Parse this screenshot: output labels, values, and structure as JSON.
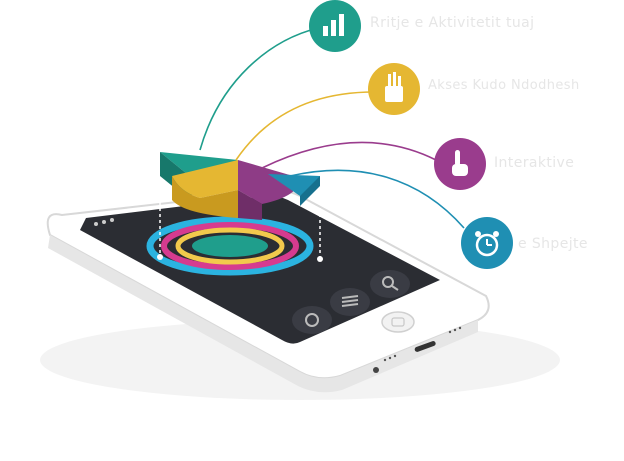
{
  "features": [
    {
      "label": "Rritje e Aktivitetit tuaj",
      "icon": "bar-chart-icon",
      "color": "#1f9e8c"
    },
    {
      "label": "Akses Kudo Ndodhesh",
      "icon": "pencil-cup-icon",
      "color": "#e5b732"
    },
    {
      "label": "Interaktive",
      "icon": "touch-hand-icon",
      "color": "#9a3c8d"
    },
    {
      "label": "e Shpejte",
      "icon": "alarm-clock-icon",
      "color": "#1f8fb3"
    }
  ],
  "phone": {
    "screen_icons": [
      "settings-gear-icon",
      "menu-lines-icon",
      "search-icon"
    ],
    "ring_colors": [
      "#2bb3e0",
      "#d63b8f",
      "#f2c94c",
      "#1f9e8c"
    ]
  },
  "pie_colors": [
    "#1f9e8c",
    "#e5b732",
    "#8e3c86",
    "#1f8fb3"
  ]
}
